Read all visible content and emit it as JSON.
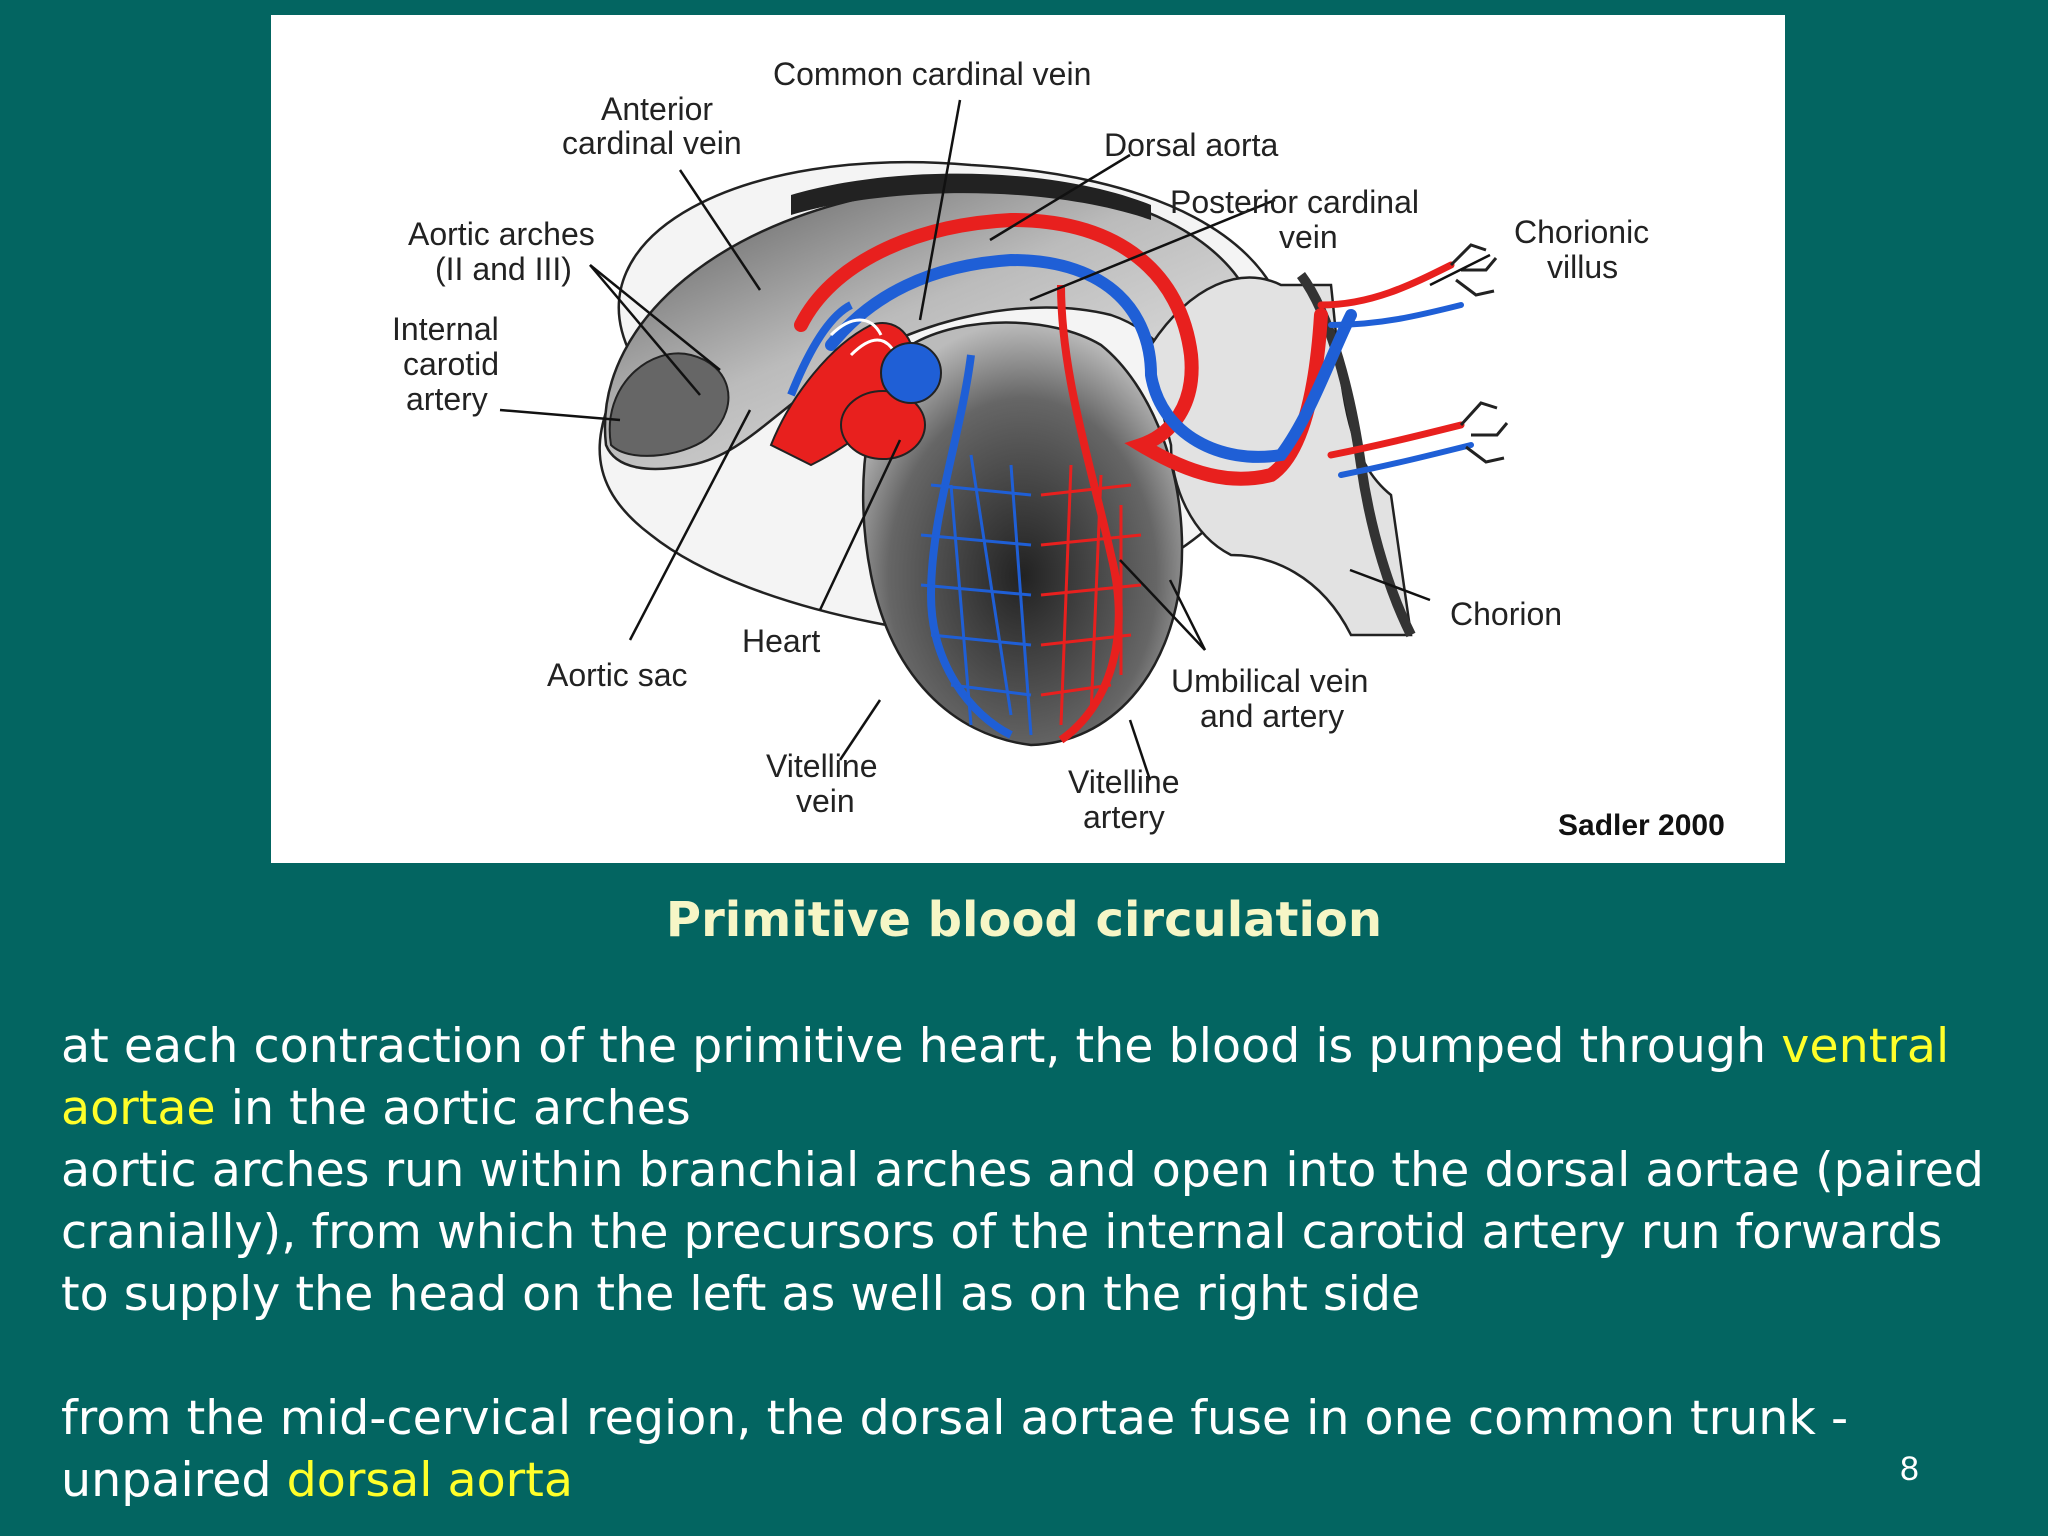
{
  "figure": {
    "labels": {
      "common_cardinal_vein": "Common cardinal vein",
      "anterior_cardinal_vein_1": "Anterior",
      "anterior_cardinal_vein_2": "cardinal vein",
      "dorsal_aorta": "Dorsal aorta",
      "posterior_cardinal_vein_1": "Posterior cardinal",
      "posterior_cardinal_vein_2": "vein",
      "aortic_arches_1": "Aortic arches",
      "aortic_arches_2": "(II and III)",
      "chorionic_villus_1": "Chorionic",
      "chorionic_villus_2": "villus",
      "internal_carotid_1": "Internal",
      "internal_carotid_2": "carotid",
      "internal_carotid_3": "artery",
      "chorion": "Chorion",
      "heart": "Heart",
      "aortic_sac": "Aortic sac",
      "umbilical_1": "Umbilical vein",
      "umbilical_2": "and artery",
      "vitelline_vein_1": "Vitelline",
      "vitelline_vein_2": "vein",
      "vitelline_artery_1": "Vitelline",
      "vitelline_artery_2": "artery"
    },
    "credit": "Sadler 2000",
    "colors": {
      "artery": "#e8201e",
      "vein": "#1f5fd6",
      "tissue_dark": "#3a3a3a",
      "tissue_light": "#d9d9d9"
    }
  },
  "caption": "Primitive blood circulation",
  "body": {
    "p1_a": "at each contraction of the primitive heart, the blood is pumped through ",
    "p1_hl": "ventral aortae",
    "p1_b": " in the aortic arches",
    "p2": "aortic arches run within branchial arches and open into the dorsal aortae (paired cranially), from which the precursors of the internal carotid artery run forwards to supply the head on the left as well as on the right side",
    "p3_a": "from the mid-cervical region, the dorsal aortae fuse in one common trunk - unpaired ",
    "p3_hl": "dorsal aorta"
  },
  "page_number": "8"
}
